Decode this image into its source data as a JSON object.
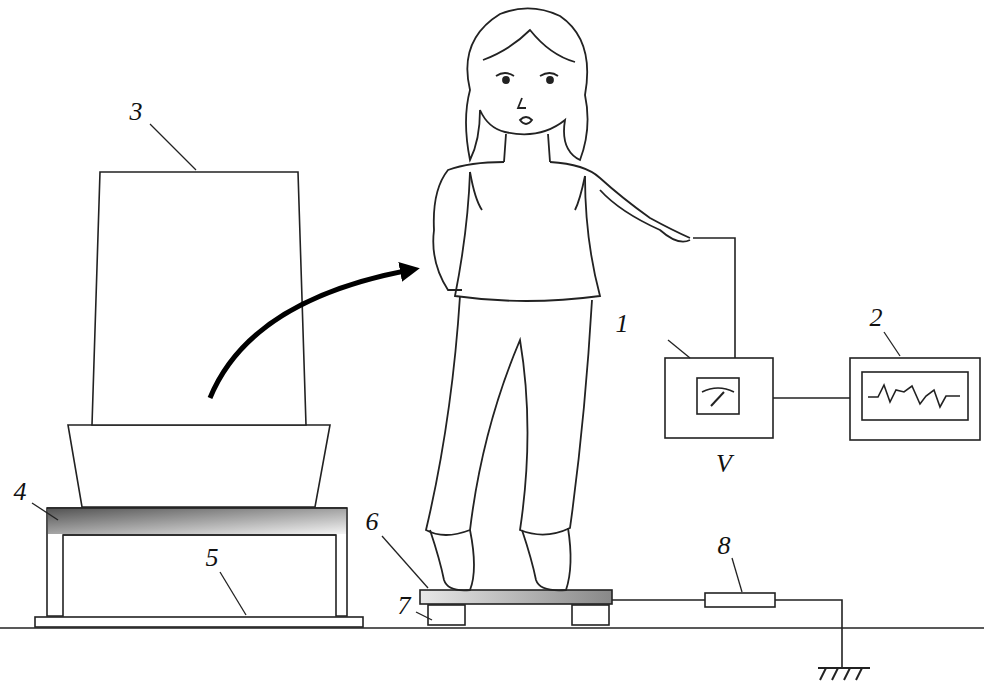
{
  "diagram": {
    "labels": [
      "3",
      "4",
      "5",
      "6",
      "7",
      "1",
      "2",
      "8",
      "V"
    ]
  }
}
